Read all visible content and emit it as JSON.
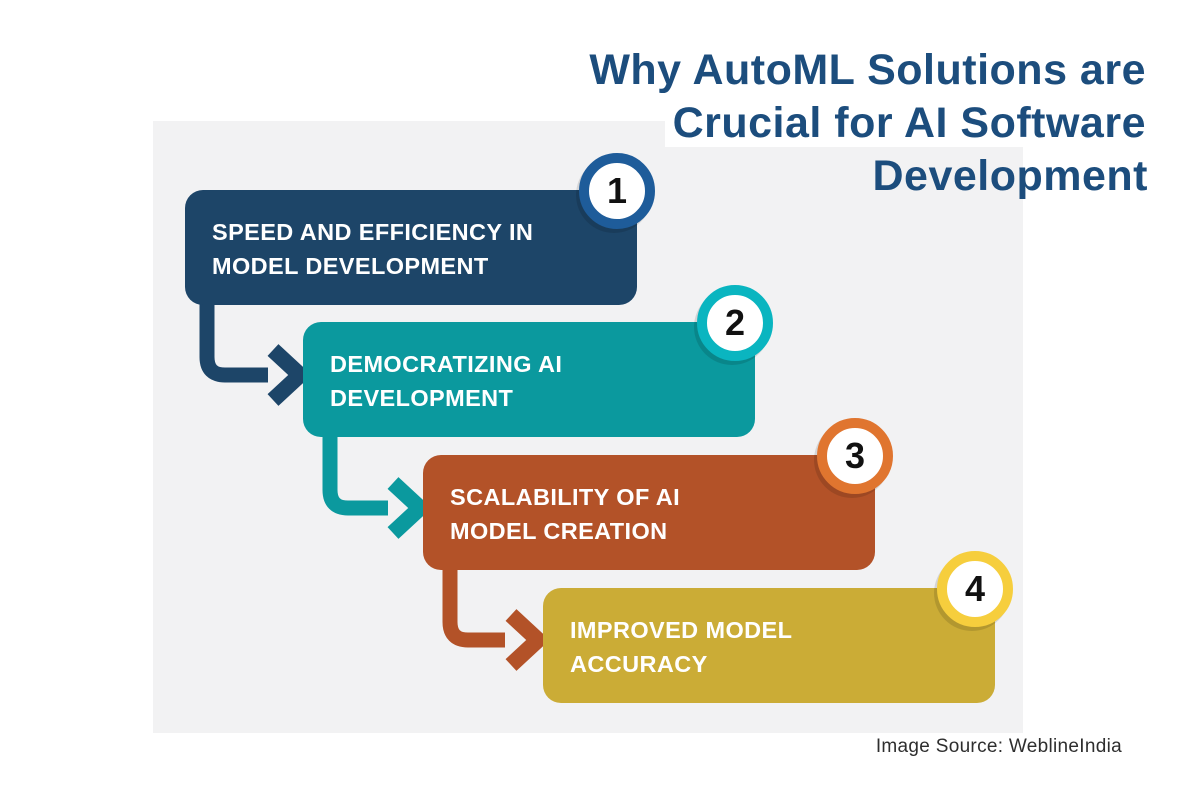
{
  "title": {
    "lines": [
      "Why AutoML Solutions are",
      "Crucial for AI Software",
      "Development"
    ]
  },
  "steps": [
    {
      "number": "1",
      "label_line1": "SPEED AND EFFICIENCY IN",
      "label_line2": "MODEL DEVELOPMENT",
      "box_color": "#1d4568",
      "ring_color": "#1e5c9a"
    },
    {
      "number": "2",
      "label_line1": "DEMOCRATIZING AI",
      "label_line2": "DEVELOPMENT",
      "box_color": "#0b999e",
      "ring_color": "#0ab5c0"
    },
    {
      "number": "3",
      "label_line1": "SCALABILITY OF AI",
      "label_line2": "MODEL CREATION",
      "box_color": "#b35228",
      "ring_color": "#e0752f"
    },
    {
      "number": "4",
      "label_line1": "IMPROVED MODEL",
      "label_line2": "ACCURACY",
      "box_color": "#cbac36",
      "ring_color": "#f6ce3d"
    }
  ],
  "footer": {
    "image_credit": "Image Source: WeblineIndia"
  },
  "colors": {
    "page_bg": "#ffffff",
    "panel_bg": "#f2f2f3",
    "title_text": "#1c4d7d",
    "label_text": "#ffffff",
    "number_text": "#111111",
    "arrow_1": "#1d4568",
    "arrow_2": "#0b999e",
    "arrow_3": "#b35228"
  }
}
